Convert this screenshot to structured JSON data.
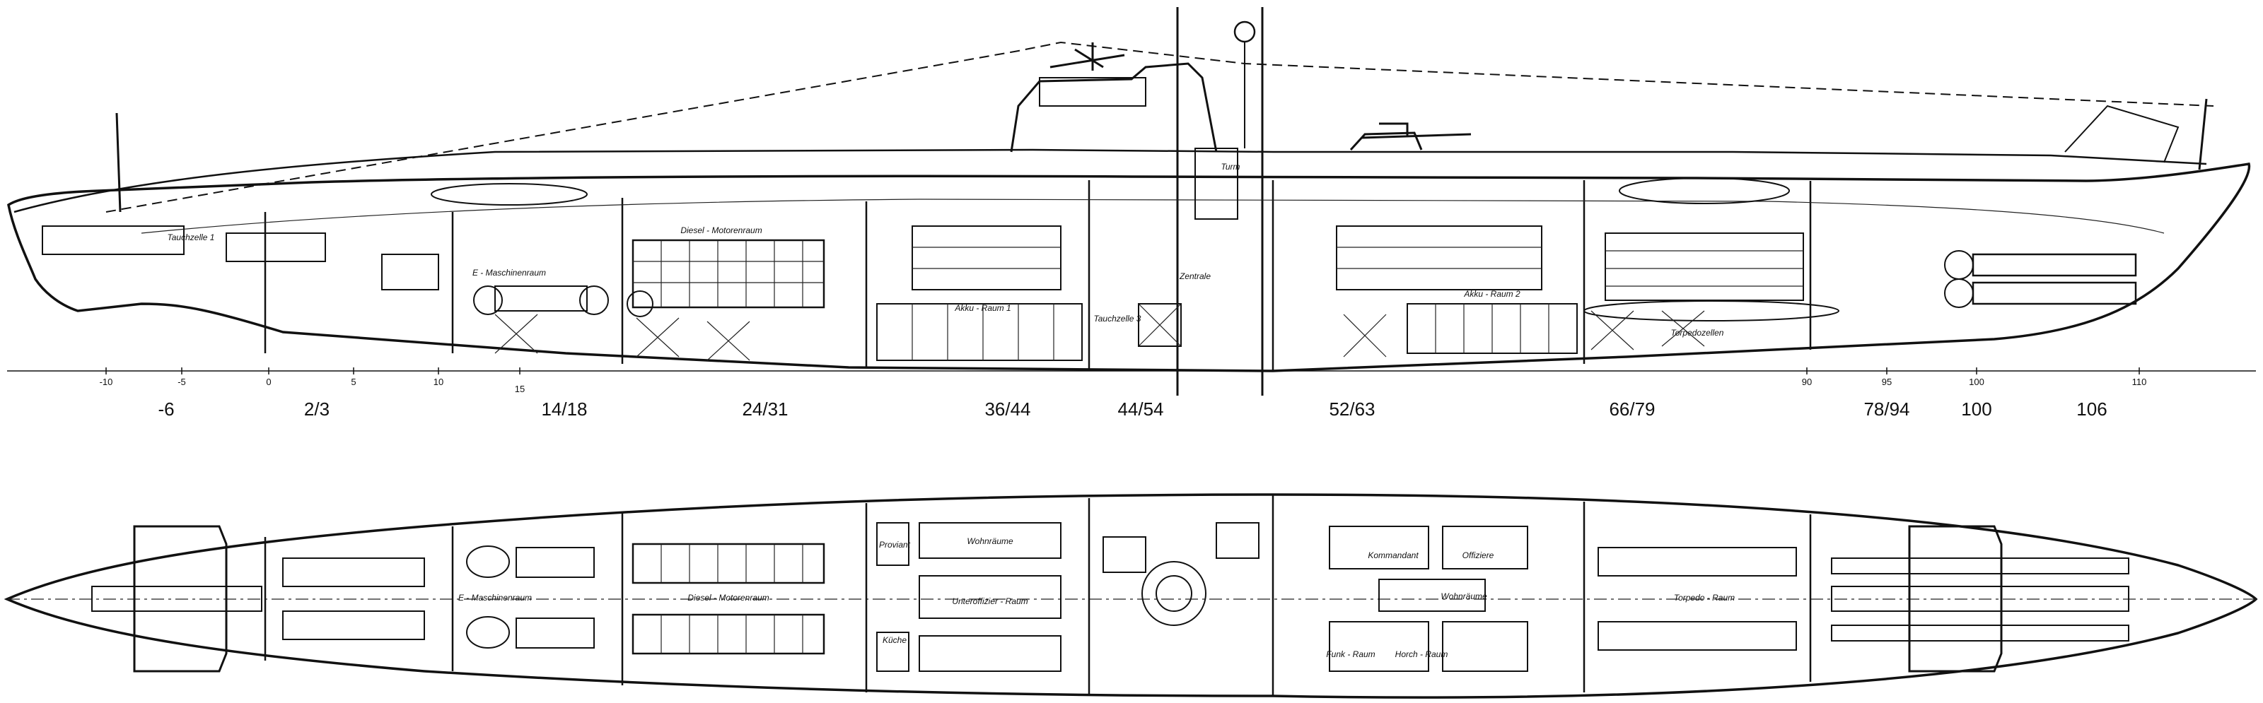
{
  "diagram": {
    "type": "submarine-general-arrangement",
    "frame_labels": [
      "-6",
      "2/3",
      "14/18",
      "24/31",
      "36/44",
      "44/54",
      "52/63",
      "66/79",
      "78/94",
      "100",
      "106"
    ],
    "scale_ticks": [
      "-10",
      "-5",
      "0",
      "5",
      "10",
      "15",
      "90",
      "95",
      "100",
      "110"
    ],
    "profile_rooms": [
      "Tauchzelle 1",
      "E - Maschinenraum",
      "Diesel - Motorenraum",
      "Akku - Raum 1",
      "Tauchzelle 3",
      "Zentrale",
      "Turm",
      "Akku - Raum 2",
      "Torpedozellen"
    ],
    "plan_rooms": [
      "E - Maschinenraum",
      "Diesel - Motorenraum",
      "Proviant",
      "Wohnräume",
      "Unteroffizier - Raum",
      "Küche",
      "Funk - Raum",
      "Horch - Raum",
      "Kommandant",
      "Offiziere",
      "Wohnräume",
      "Torpedo - Raum"
    ]
  }
}
